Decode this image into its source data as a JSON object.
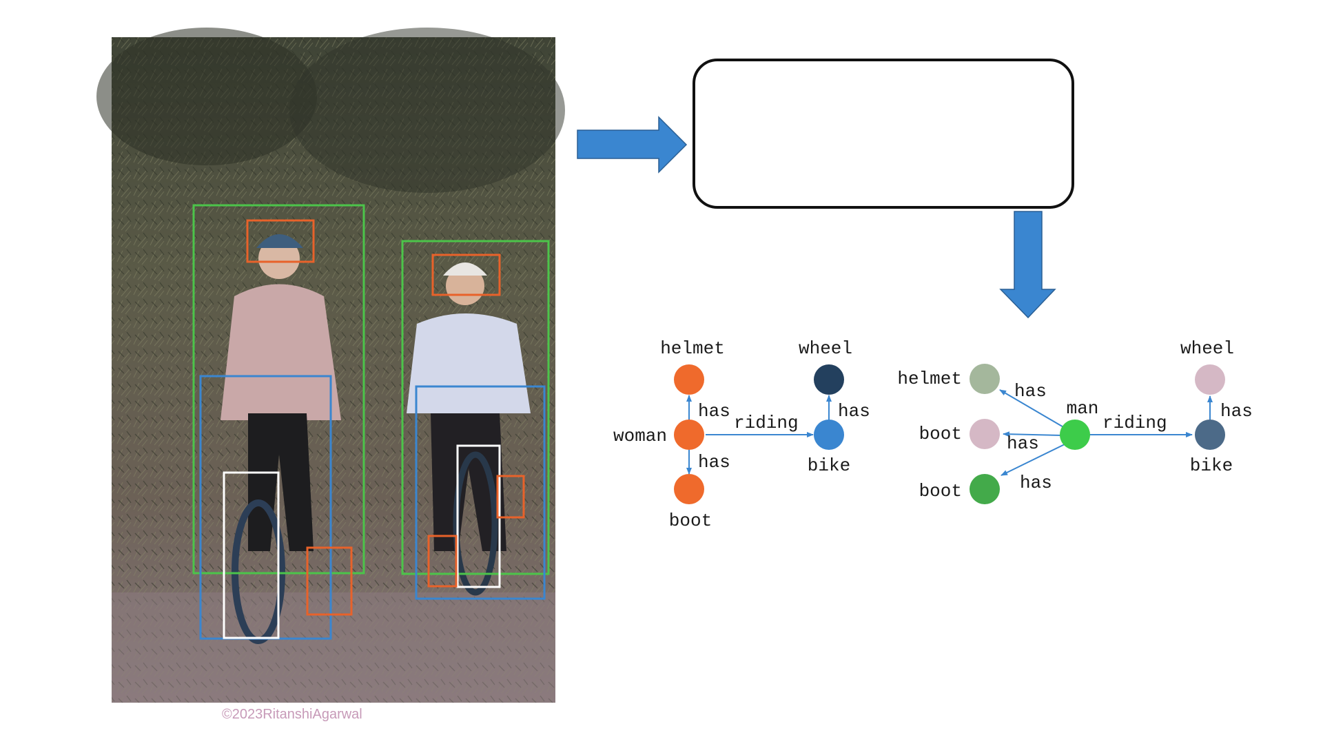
{
  "copyright": "©2023RitanshiAgarwal",
  "photo": {
    "description_icon": "cyclists-photo",
    "detections": [
      {
        "name": "woman-person-box",
        "class": "person",
        "color": "#4cc44a"
      },
      {
        "name": "woman-helmet-box",
        "class": "helmet",
        "color": "#e8622a"
      },
      {
        "name": "woman-bike-box",
        "class": "bike",
        "color": "#3a86d0"
      },
      {
        "name": "woman-wheel-box",
        "class": "wheel",
        "color": "#ffffff"
      },
      {
        "name": "woman-boot-box",
        "class": "boot",
        "color": "#e8622a"
      },
      {
        "name": "man-person-box",
        "class": "person",
        "color": "#4cc44a"
      },
      {
        "name": "man-helmet-box",
        "class": "helmet",
        "color": "#e8622a"
      },
      {
        "name": "man-bike-box",
        "class": "bike",
        "color": "#3a86d0"
      },
      {
        "name": "man-wheel-box",
        "class": "wheel",
        "color": "#ffffff"
      },
      {
        "name": "man-boot-box-1",
        "class": "boot",
        "color": "#e8622a"
      },
      {
        "name": "man-boot-box-2",
        "class": "boot",
        "color": "#e8622a"
      }
    ]
  },
  "colors": {
    "arrow": "#3a86d0",
    "edge": "#3a86d0",
    "woman_node": "#ef6a2c",
    "woman_bike": "#3a86d0",
    "woman_wheel": "#23405e",
    "man_node": "#3dcc4a",
    "man_helmet": "#a4b79c",
    "man_boot_1": "#d5b8c5",
    "man_boot_2": "#43aa4a",
    "man_bike": "#4c6a88",
    "man_wheel": "#d5b8c5"
  },
  "graph_left": {
    "nodes": {
      "helmet": "helmet",
      "wheel": "wheel",
      "woman": "woman",
      "bike": "bike",
      "boot": "boot"
    },
    "edges": {
      "woman_helmet": "has",
      "woman_bike": "riding",
      "bike_wheel": "has",
      "woman_boot": "has"
    }
  },
  "graph_right": {
    "nodes": {
      "helmet": "helmet",
      "wheel": "wheel",
      "man": "man",
      "boot_1": "boot",
      "boot_2": "boot",
      "bike": "bike"
    },
    "edges": {
      "man_helmet": "has",
      "man_boot_1": "has",
      "man_boot_2": "has",
      "man_bike": "riding",
      "bike_wheel": "has"
    }
  }
}
